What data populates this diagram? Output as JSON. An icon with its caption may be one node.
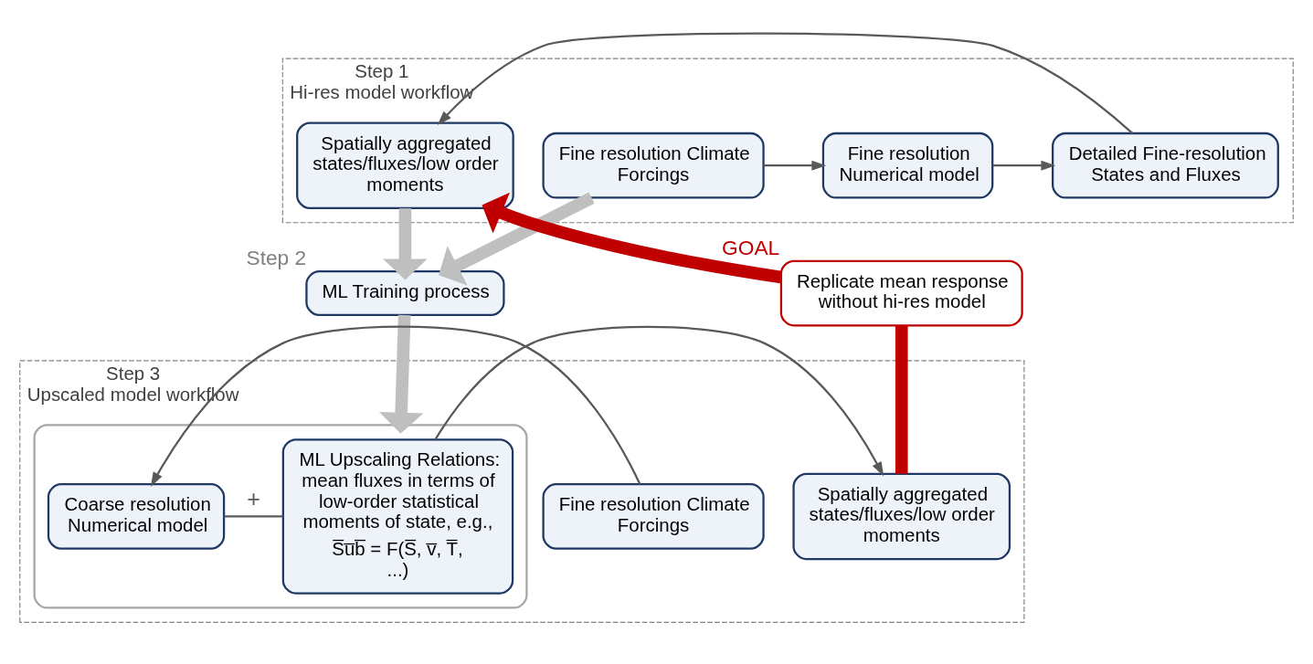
{
  "diagram": {
    "nodes": [
      {
        "text": [
          "Step 1",
          "Hi-res model workflow"
        ]
      },
      {
        "text": [
          "Fine resolution Climate Forcings"
        ],
        "in": 0
      },
      {
        "text": [
          "Fine resolution Numerical model"
        ],
        "in": 0
      },
      {
        "text": [
          "Detailed Fine-resolution States and Fluxes"
        ],
        "in": 0
      },
      {
        "text": [
          "Spatially aggregated states/fluxes/low order moments"
        ],
        "in": 0
      },
      {
        "text": [
          "ML Training process"
        ],
        "beside": [
          "Step 2"
        ]
      },
      {
        "text": [
          "Step 3",
          "Upscaled model workflow"
        ]
      },
      {
        "text": [
          "Fine resolution Climate Forcings"
        ],
        "in": 6
      },
      {
        "text": [],
        "shape": "box",
        "in": 6
      },
      {
        "text": [
          "Coarse resolution Numerical model"
        ],
        "in": 8
      },
      {
        "text": [
          "ML Upscaling Relations: mean fluxes in terms of low-order statistical moments of state, e.g.,",
          "S̅u̅b̅ = F(S̅, v̅, T̅, ...)"
        ],
        "in": 8
      },
      {
        "text": [
          "Spatially aggregated states/fluxes/low order moments"
        ],
        "in": 6
      },
      {
        "text": [
          "Replicate mean response without hi-res model"
        ],
        "beside": [
          "GOAL"
        ]
      }
    ],
    "edges": [
      {
        "from": 1,
        "to": 2,
        "arrow": "to"
      },
      {
        "from": 2,
        "to": 3,
        "arrow": "to"
      },
      {
        "from": 3,
        "to": 4,
        "arrow": "to"
      },
      {
        "from": 1,
        "to": 5,
        "arrow": "to",
        "style": "thick",
        "color": "#bfbfbf"
      },
      {
        "from": 4,
        "to": 5,
        "arrow": "to",
        "style": "thick",
        "color": "#bfbfbf"
      },
      {
        "from": 5,
        "to": 8,
        "arrow": "to",
        "style": "thick",
        "color": "#bfbfbf"
      },
      {
        "from": 7,
        "to": 9,
        "arrow": "to"
      },
      {
        "from": 9,
        "to": 10,
        "arrow": "none",
        "label": "+"
      },
      {
        "from": 10,
        "to": 11,
        "arrow": "to"
      },
      {
        "from": 11,
        "to": 12,
        "arrow": "none",
        "style": "thick",
        "color": "#c00000"
      },
      {
        "from": 12,
        "to": 4,
        "arrow": "to",
        "style": "thick",
        "color": "#c00000"
      }
    ]
  }
}
